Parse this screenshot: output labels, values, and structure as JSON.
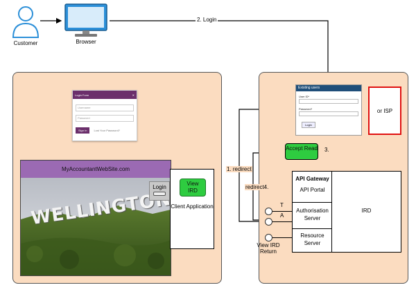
{
  "actors": {
    "customer": "Customer",
    "browser": "Browser"
  },
  "flow": {
    "login": "2. Login",
    "redirect1": "1. redirect",
    "redirect4": "redirect4.",
    "step3": "3."
  },
  "client": {
    "site_name": "MyAccountantWebSite.com",
    "login_form": {
      "title": "Login Form",
      "username_placeholder": "Username",
      "password_placeholder": "Password",
      "signin_button": "Sign In",
      "lost_password": "Lost Your Password?"
    },
    "login_button": "Login",
    "view_ird_button": "View IRD",
    "app_label": "Client Application",
    "photo_sign": "WELLINGTON"
  },
  "ird": {
    "existing_users": "Existing users",
    "user_id_label": "User ID*",
    "password_label": "Password*",
    "login_button": "Login",
    "or_isp": "or ISP",
    "accept_read": "Accept Read",
    "api_gateway": "API Gateway",
    "api_portal": "API Portal",
    "auth_server": "Authorisation Server",
    "resource_server": "Resource Server",
    "ird": "IRD",
    "port_t": "T",
    "port_a": "A",
    "view_ird_return": "View IRD Return"
  },
  "colors": {
    "panel": "#fbdcc0",
    "purple_bar": "#9b6ab3",
    "green_button": "#2ecc40",
    "isp_border": "#e01010",
    "login_header": "#1f4e79",
    "user_icon": "#2b8fd8"
  }
}
